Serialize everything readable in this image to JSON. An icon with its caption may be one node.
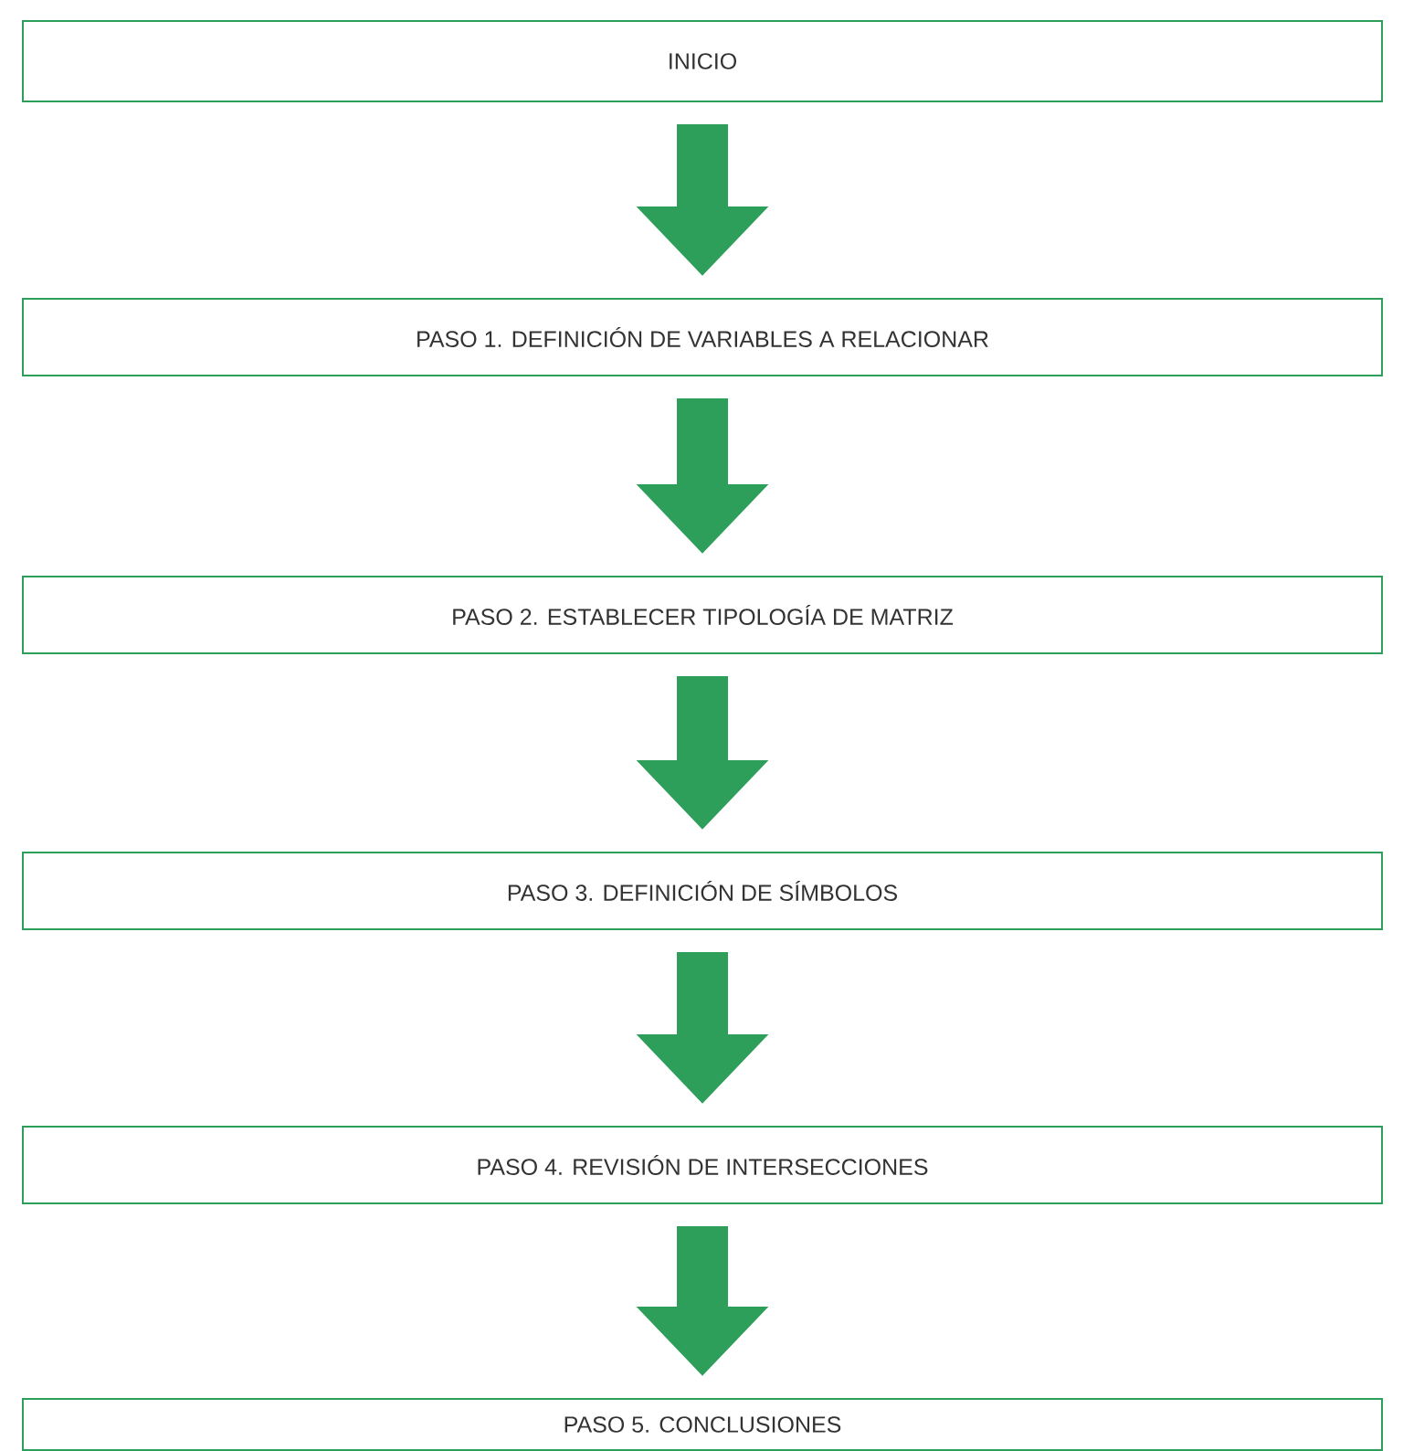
{
  "diagram": {
    "nodes": [
      {
        "text": [
          "INICIO"
        ]
      },
      {
        "text": [
          "PASO 1. DEFINICIÓN DE VARIABLES A RELACIONAR"
        ]
      },
      {
        "text": [
          "PASO 2. ESTABLECER TIPOLOGÍA DE MATRIZ"
        ]
      },
      {
        "text": [
          "PASO 3. DEFINICIÓN DE SÍMBOLOS"
        ]
      },
      {
        "text": [
          "PASO 4. REVISIÓN DE INTERSECCIONES"
        ]
      },
      {
        "text": [
          "PASO 5. CONCLUSIONES"
        ]
      }
    ],
    "edges": [
      {
        "from": 0,
        "to": 1,
        "arrow": "to"
      },
      {
        "from": 1,
        "to": 2,
        "arrow": "to"
      },
      {
        "from": 2,
        "to": 3,
        "arrow": "to"
      },
      {
        "from": 3,
        "to": 4,
        "arrow": "to"
      },
      {
        "from": 4,
        "to": 5,
        "arrow": "to"
      }
    ]
  }
}
